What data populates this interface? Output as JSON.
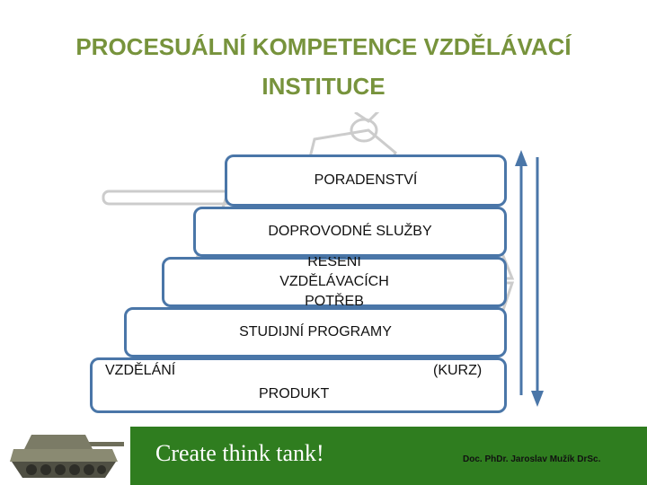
{
  "title": "PROCESUÁLNÍ KOMPETENCE VZDĚLÁVACÍ INSTITUCE",
  "steps": [
    {
      "label": "PORADENSTVÍ"
    },
    {
      "label": "DOPROVODNÉ SLUŽBY"
    },
    {
      "label": "ŘEŠENÍ VZDĚLÁVACÍCH POTŘEB"
    },
    {
      "label": "STUDIJNÍ PROGRAMY"
    }
  ],
  "base": {
    "left_label": "VZDĚLÁNÍ",
    "right_label": "(KURZ)",
    "center_label": "PRODUKT"
  },
  "footer": {
    "slogan": "Create think tank!",
    "author": "Doc. PhDr. Jaroslav Mužík DrSc."
  },
  "colors": {
    "title": "#77933c",
    "border": "#4a76a8",
    "footer_bg": "#2f7d1f"
  },
  "icons": [
    "tank-watermark-icon",
    "tank-photo-icon",
    "double-arrow-icon"
  ]
}
